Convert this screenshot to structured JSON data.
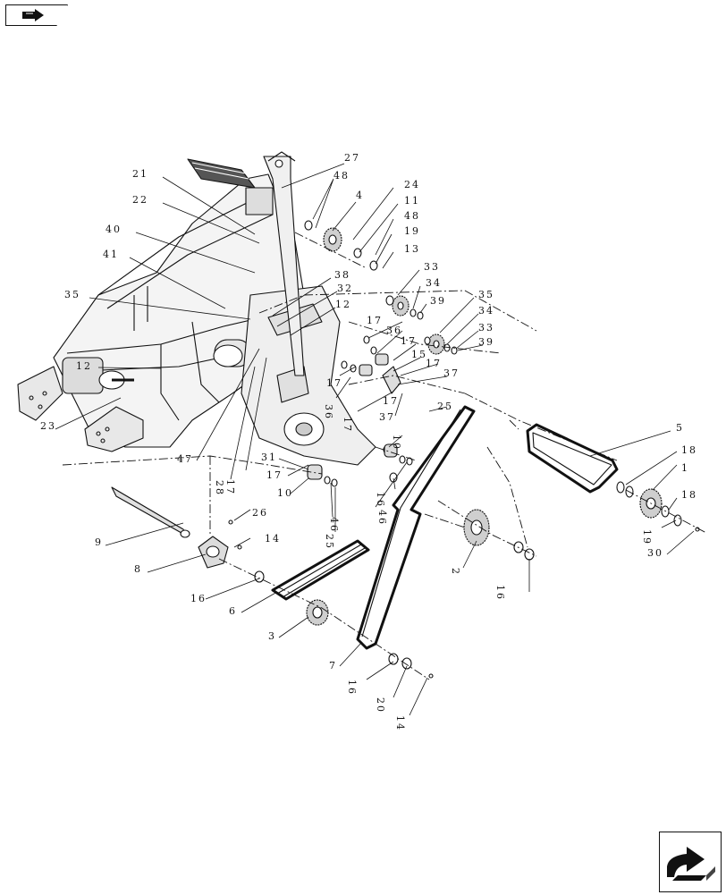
{
  "nav": {
    "prev_icon": "arrow-right-in-box-icon",
    "next_icon": "curved-arrow-in-box-icon"
  },
  "callouts": [
    {
      "id": "c21",
      "text": "21"
    },
    {
      "id": "c22",
      "text": "22"
    },
    {
      "id": "c40",
      "text": "40"
    },
    {
      "id": "c41",
      "text": "41"
    },
    {
      "id": "c35a",
      "text": "35"
    },
    {
      "id": "c27",
      "text": "27"
    },
    {
      "id": "c48a",
      "text": "48"
    },
    {
      "id": "c4",
      "text": "4"
    },
    {
      "id": "c24",
      "text": "24"
    },
    {
      "id": "c11",
      "text": "11"
    },
    {
      "id": "c48b",
      "text": "48"
    },
    {
      "id": "c19a",
      "text": "19"
    },
    {
      "id": "c13",
      "text": "13"
    },
    {
      "id": "c33a",
      "text": "33"
    },
    {
      "id": "c34a",
      "text": "34"
    },
    {
      "id": "c39a",
      "text": "39"
    },
    {
      "id": "c38",
      "text": "38"
    },
    {
      "id": "c32",
      "text": "32"
    },
    {
      "id": "c12a",
      "text": "12"
    },
    {
      "id": "c35b",
      "text": "35"
    },
    {
      "id": "c34b",
      "text": "34"
    },
    {
      "id": "c33b",
      "text": "33"
    },
    {
      "id": "c39b",
      "text": "39"
    },
    {
      "id": "c17a",
      "text": "17"
    },
    {
      "id": "c36a",
      "text": "36"
    },
    {
      "id": "c17b",
      "text": "17"
    },
    {
      "id": "c15",
      "text": "15"
    },
    {
      "id": "c17c",
      "text": "17"
    },
    {
      "id": "c37a",
      "text": "37"
    },
    {
      "id": "c17d",
      "text": "17"
    },
    {
      "id": "c36b",
      "text": "36"
    },
    {
      "id": "c17e",
      "text": "17"
    },
    {
      "id": "c17f",
      "text": "17"
    },
    {
      "id": "c37b",
      "text": "37"
    },
    {
      "id": "c25a",
      "text": "25"
    },
    {
      "id": "c12b",
      "text": "12"
    },
    {
      "id": "c23",
      "text": "23"
    },
    {
      "id": "c47",
      "text": "47"
    },
    {
      "id": "c28",
      "text": "28"
    },
    {
      "id": "c17g",
      "text": "17"
    },
    {
      "id": "c31",
      "text": "31"
    },
    {
      "id": "c17h",
      "text": "17"
    },
    {
      "id": "c10a",
      "text": "10"
    },
    {
      "id": "c10b",
      "text": "10"
    },
    {
      "id": "c16a",
      "text": "16"
    },
    {
      "id": "c46a",
      "text": "46"
    },
    {
      "id": "c46b",
      "text": "46"
    },
    {
      "id": "c25b",
      "text": "25"
    },
    {
      "id": "c5",
      "text": "5"
    },
    {
      "id": "c18a",
      "text": "18"
    },
    {
      "id": "c1",
      "text": "1"
    },
    {
      "id": "c18b",
      "text": "18"
    },
    {
      "id": "c19b",
      "text": "19"
    },
    {
      "id": "c30",
      "text": "30"
    },
    {
      "id": "c26",
      "text": "26"
    },
    {
      "id": "c14a",
      "text": "14"
    },
    {
      "id": "c9",
      "text": "9"
    },
    {
      "id": "c8",
      "text": "8"
    },
    {
      "id": "c2",
      "text": "2"
    },
    {
      "id": "c16b",
      "text": "16"
    },
    {
      "id": "c16c",
      "text": "16"
    },
    {
      "id": "c6",
      "text": "6"
    },
    {
      "id": "c3",
      "text": "3"
    },
    {
      "id": "c7",
      "text": "7"
    },
    {
      "id": "c16d",
      "text": "16"
    },
    {
      "id": "c20",
      "text": "20"
    },
    {
      "id": "c14b",
      "text": "14"
    }
  ]
}
